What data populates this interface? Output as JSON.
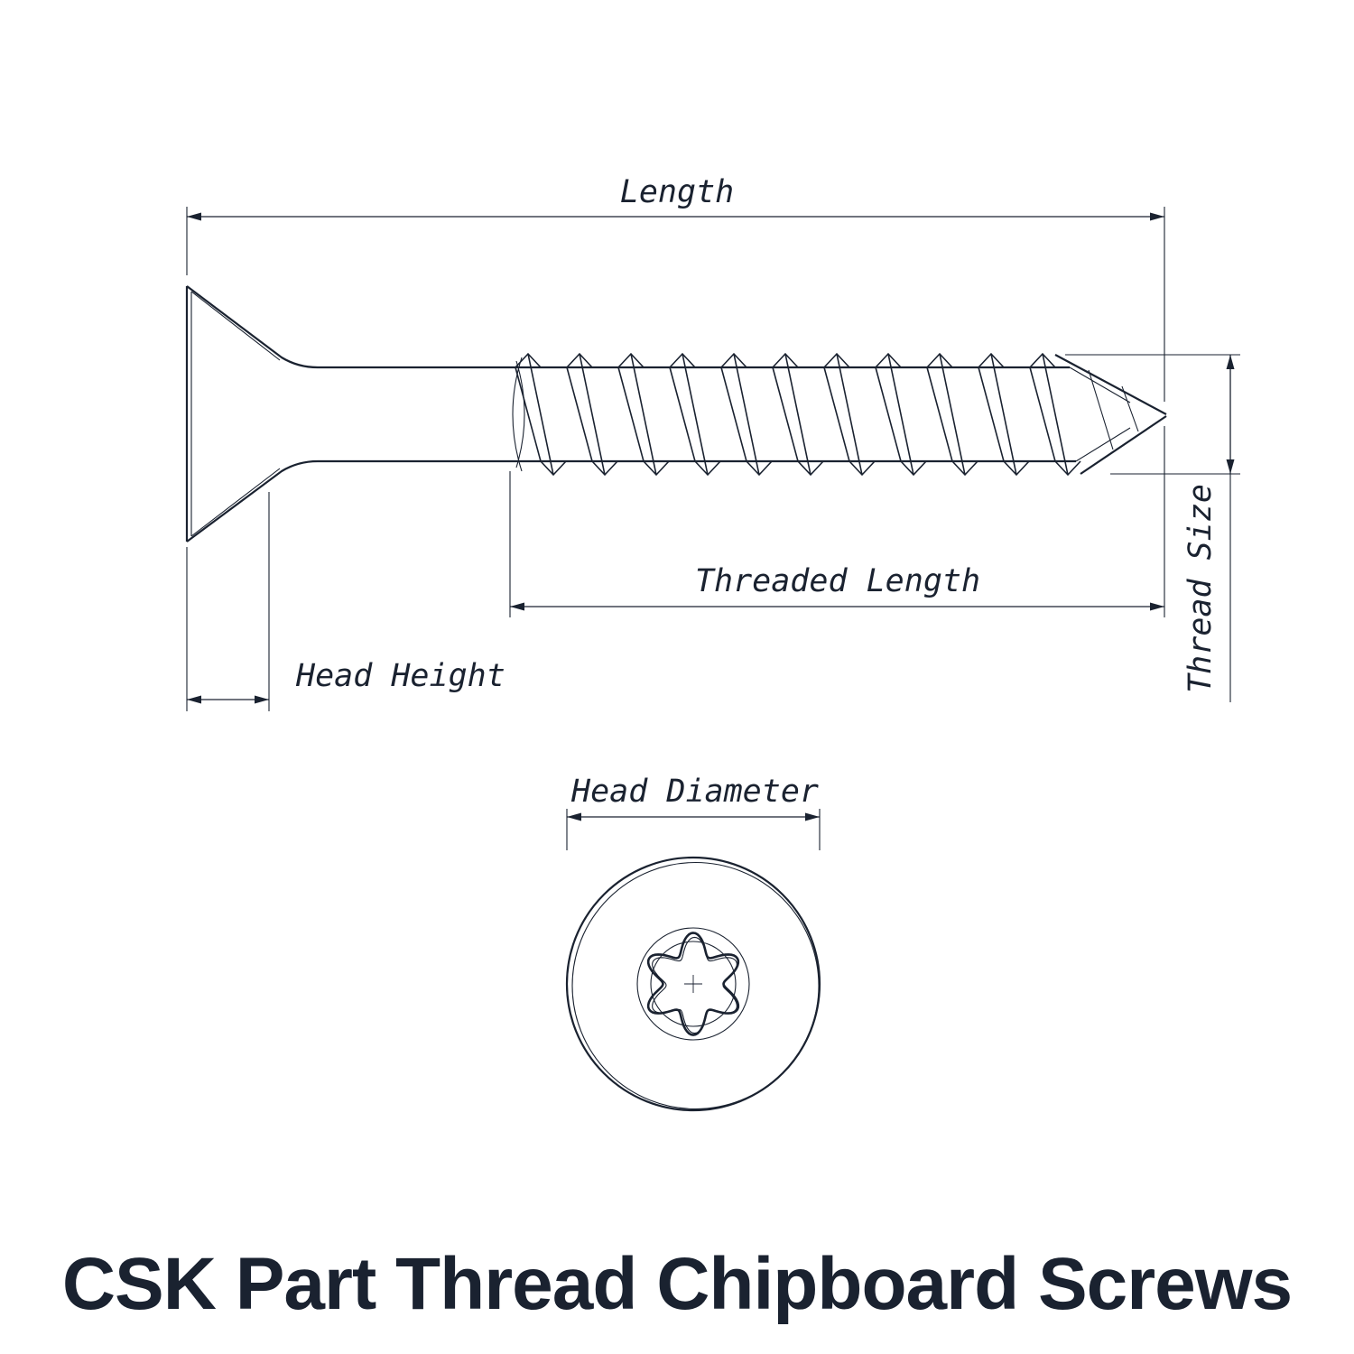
{
  "title": "CSK Part Thread Chipboard Screws",
  "labels": {
    "length": "Length",
    "threaded_length": "Threaded Length",
    "head_height": "Head Height",
    "thread_size": "Thread Size",
    "head_diameter": "Head Diameter"
  },
  "colors": {
    "ink": "#1a2230",
    "title": "#20395a"
  }
}
